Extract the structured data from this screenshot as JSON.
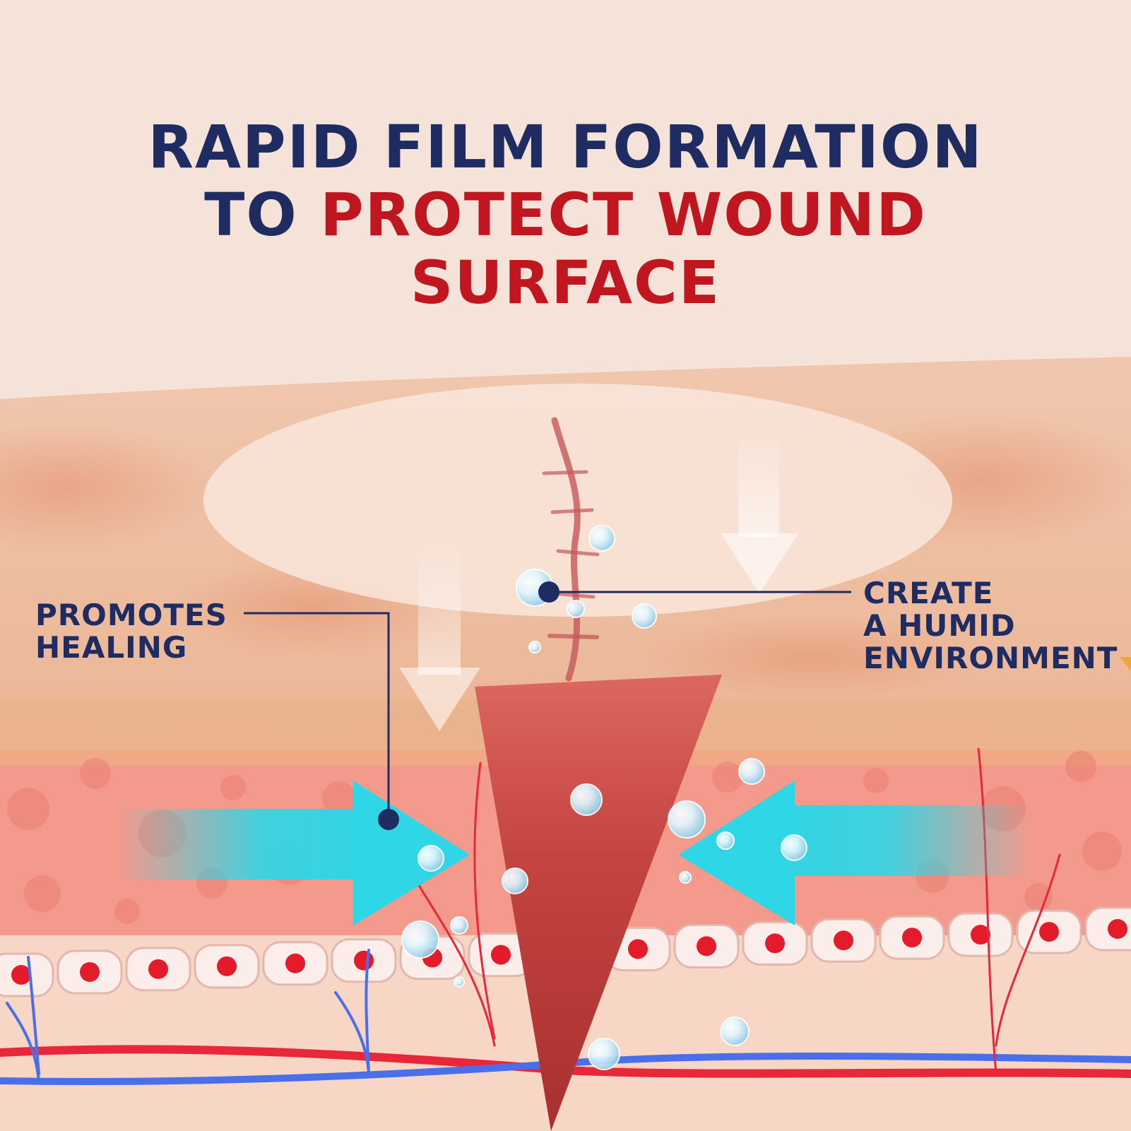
{
  "headline": {
    "line1": "RAPID FILM FORMATION",
    "line2_prefix": "TO ",
    "line2_emphasis": "PROTECT WOUND",
    "line3_emphasis": "SURFACE"
  },
  "callouts": {
    "left": {
      "line1": "PROMOTES",
      "line2": "HEALING"
    },
    "right": {
      "line1": "CREATE",
      "line2": "A HUMID",
      "line3": "ENVIRONMENT"
    }
  },
  "colors": {
    "navy": "#1f2c62",
    "red_text": "#c0161f",
    "skin_light": "#f5e2d9",
    "skin_mid": "#eebc98",
    "tissue_pink": "#f49a8c",
    "wound": "#b53a36",
    "arrow_cyan": "#2fd6e6",
    "artery": "#e8283a",
    "vein": "#4a6fe8"
  }
}
